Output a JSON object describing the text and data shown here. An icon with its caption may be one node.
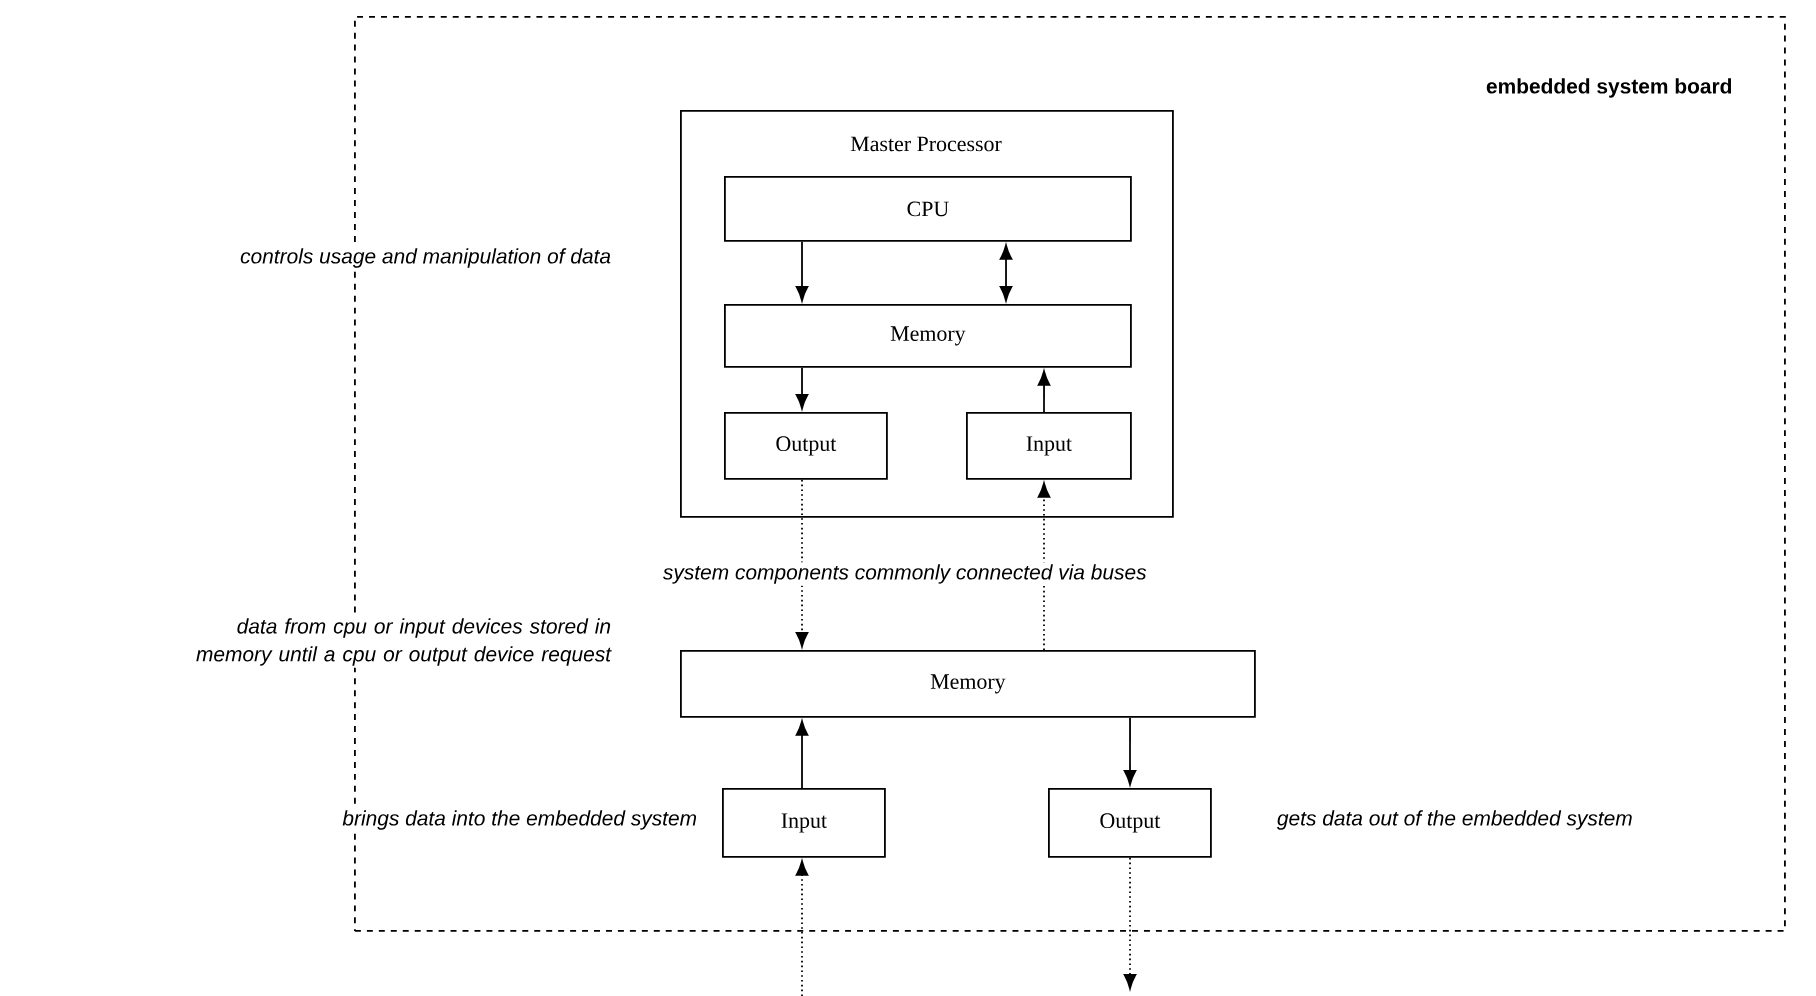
{
  "diagram": {
    "nodes": [
      {
        "text": [
          "embedded system board"
        ]
      },
      {
        "text": [
          "Master Processor"
        ],
        "in": 0
      },
      {
        "text": [
          "CPU"
        ],
        "in": 1
      },
      {
        "text": [
          "Memory"
        ],
        "in": 1
      },
      {
        "text": [
          "Output"
        ],
        "in": 1
      },
      {
        "text": [
          "Input"
        ],
        "in": 1
      },
      {
        "text": [
          "Memory"
        ],
        "in": 0
      },
      {
        "text": [
          "Input"
        ],
        "in": 0
      },
      {
        "text": [
          "Output"
        ],
        "in": 0
      }
    ],
    "edges": [
      {
        "from": 2,
        "to": 3,
        "arrow": "to"
      },
      {
        "from": 2,
        "to": 3,
        "arrow": "both"
      },
      {
        "from": 3,
        "to": 4,
        "arrow": "to"
      },
      {
        "from": 5,
        "to": 3,
        "arrow": "to"
      },
      {
        "from": 4,
        "to": 6,
        "arrow": "to",
        "style": "dashed"
      },
      {
        "from": 6,
        "to": 5,
        "arrow": "to",
        "style": "dashed"
      },
      {
        "from": 7,
        "to": 6,
        "arrow": "to"
      },
      {
        "from": 6,
        "to": 8,
        "arrow": "to"
      },
      {
        "from": null,
        "to": 7,
        "arrow": "to",
        "style": "dashed"
      },
      {
        "from": 8,
        "to": null,
        "arrow": "to",
        "style": "dashed"
      }
    ],
    "labels": [
      "controls usage and manipulation of data",
      "system  components commonly connected via  buses",
      "data from cpu or input devices stored in memory until a cpu or output device request",
      "brings data into the embedded system",
      "gets data out of  the embedded system"
    ]
  }
}
